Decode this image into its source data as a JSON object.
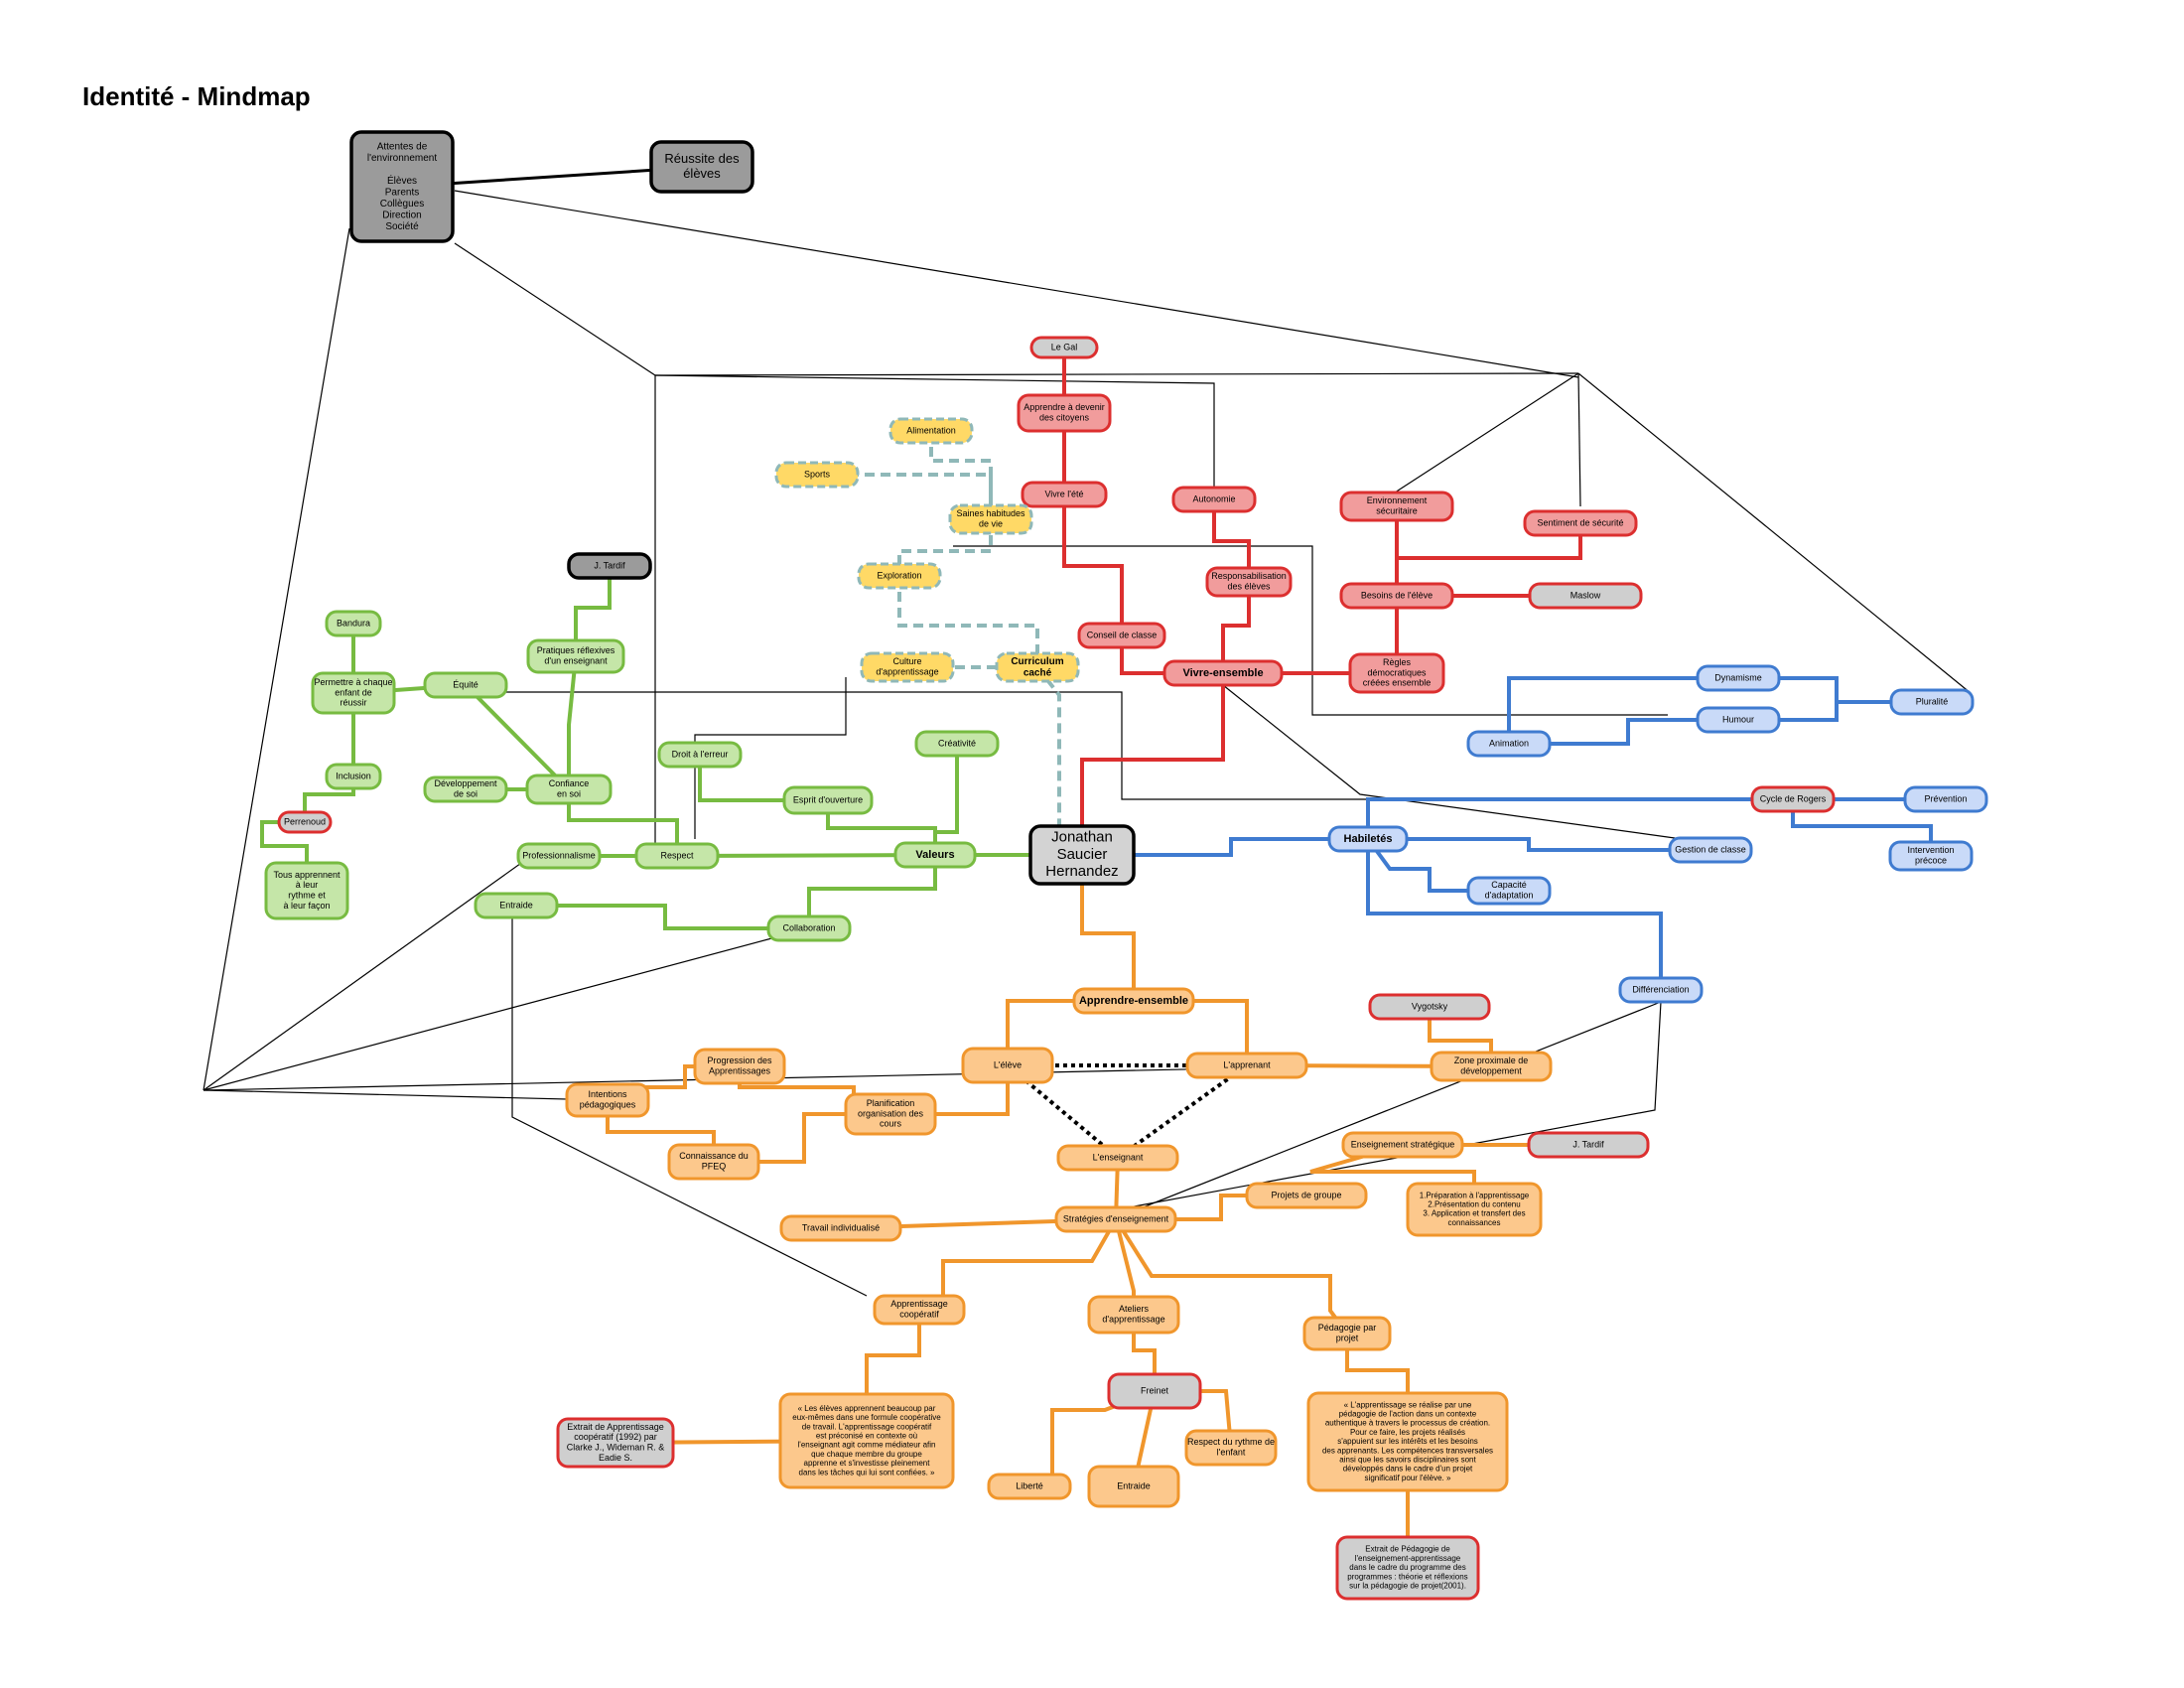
{
  "title": "Identité - Mindmap",
  "colors": {
    "center": {
      "fill": "#d3d3d3",
      "stroke": "#000000"
    },
    "gray": {
      "fill": "#9b9b9b",
      "stroke": "#000000"
    },
    "red": {
      "fill": "#f19c9c",
      "stroke": "#dc2f2f"
    },
    "yellow": {
      "fill": "#ffd966",
      "stroke": "#8fb8b8"
    },
    "green": {
      "fill": "#c5e6a8",
      "stroke": "#77bb41"
    },
    "blue": {
      "fill": "#c9daf8",
      "stroke": "#3f7bd0"
    },
    "orange": {
      "fill": "#fcc88c",
      "stroke": "#f0962c"
    },
    "silver": {
      "fill": "#cfcfcf",
      "stroke": "#dc2f2f"
    }
  },
  "nodes": [
    {
      "id": "center",
      "lines": [
        "Jonathan",
        "Saucier",
        "Hernandez"
      ],
      "color": "center"
    },
    {
      "id": "attentes",
      "lines": [
        "Attentes de",
        "l'environnement",
        "",
        "Élèves",
        "Parents",
        "Collègues",
        "Direction",
        "Société"
      ],
      "color": "gray"
    },
    {
      "id": "reussite",
      "lines": [
        "Réussite des",
        "élèves"
      ],
      "color": "gray"
    },
    {
      "id": "vivre",
      "lines": [
        "Vivre-ensemble"
      ],
      "color": "red",
      "bold": true
    },
    {
      "id": "r-legal",
      "lines": [
        "Le Gal"
      ],
      "color": "silver"
    },
    {
      "id": "r-apprendre",
      "lines": [
        "Apprendre à devenir",
        "des citoyens"
      ],
      "color": "red"
    },
    {
      "id": "r-vivre-ete",
      "lines": [
        "Vivre l'été"
      ],
      "color": "red"
    },
    {
      "id": "r-autonomie",
      "lines": [
        "Autonomie"
      ],
      "color": "red"
    },
    {
      "id": "r-responsab",
      "lines": [
        "Responsabilisation",
        "des élèves"
      ],
      "color": "red"
    },
    {
      "id": "r-conseil",
      "lines": [
        "Conseil de classe"
      ],
      "color": "red"
    },
    {
      "id": "r-environnement",
      "lines": [
        "Environnement",
        "sécuritaire"
      ],
      "color": "red"
    },
    {
      "id": "r-sentiment",
      "lines": [
        "Sentiment de sécurité"
      ],
      "color": "red"
    },
    {
      "id": "r-besoins",
      "lines": [
        "Besoins de l'élève"
      ],
      "color": "red"
    },
    {
      "id": "r-maslow",
      "lines": [
        "Maslow"
      ],
      "color": "silver"
    },
    {
      "id": "r-regles",
      "lines": [
        "Règles",
        "démocratiques",
        "créées ensemble"
      ],
      "color": "red"
    },
    {
      "id": "curriculum",
      "lines": [
        "Curriculum",
        "caché"
      ],
      "color": "yellow",
      "bold": true
    },
    {
      "id": "y-alimentation",
      "lines": [
        "Alimentation"
      ],
      "color": "yellow"
    },
    {
      "id": "y-sports",
      "lines": [
        "Sports"
      ],
      "color": "yellow"
    },
    {
      "id": "y-sante",
      "lines": [
        "Saines habitudes",
        "de vie"
      ],
      "color": "yellow"
    },
    {
      "id": "y-exploration",
      "lines": [
        "Exploration"
      ],
      "color": "yellow"
    },
    {
      "id": "y-culture",
      "lines": [
        "Culture",
        "d'apprentissage"
      ],
      "color": "yellow"
    },
    {
      "id": "valeurs",
      "lines": [
        "Valeurs"
      ],
      "color": "green",
      "bold": true
    },
    {
      "id": "g-tardif",
      "lines": [
        "J. Tardif"
      ],
      "color": "gray"
    },
    {
      "id": "g-pratiques",
      "lines": [
        "Pratiques réflexives",
        "d'un enseignant"
      ],
      "color": "green"
    },
    {
      "id": "g-bandura",
      "lines": [
        "Bandura"
      ],
      "color": "green"
    },
    {
      "id": "g-permettre",
      "lines": [
        "Permettre à chaque",
        "enfant de",
        "réussir"
      ],
      "color": "green"
    },
    {
      "id": "g-equite",
      "lines": [
        "Équité"
      ],
      "color": "green"
    },
    {
      "id": "g-inclusion",
      "lines": [
        "Inclusion"
      ],
      "color": "green"
    },
    {
      "id": "g-perrenoud",
      "lines": [
        "Perrenoud"
      ],
      "color": "silver"
    },
    {
      "id": "g-tous",
      "lines": [
        "Tous apprennent",
        "à leur",
        "rythme et",
        "à leur façon"
      ],
      "color": "green"
    },
    {
      "id": "g-developpement",
      "lines": [
        "Développement",
        "de soi"
      ],
      "color": "green"
    },
    {
      "id": "g-confiance",
      "lines": [
        "Confiance",
        "en soi"
      ],
      "color": "green"
    },
    {
      "id": "g-droit",
      "lines": [
        "Droit à l'erreur"
      ],
      "color": "green"
    },
    {
      "id": "g-esprit",
      "lines": [
        "Esprit d'ouverture"
      ],
      "color": "green"
    },
    {
      "id": "g-creativite",
      "lines": [
        "Créativité"
      ],
      "color": "green"
    },
    {
      "id": "g-professionnalisme",
      "lines": [
        "Professionnalisme"
      ],
      "color": "green"
    },
    {
      "id": "g-respect",
      "lines": [
        "Respect"
      ],
      "color": "green"
    },
    {
      "id": "g-entraide",
      "lines": [
        "Entraide"
      ],
      "color": "green"
    },
    {
      "id": "g-collaboration",
      "lines": [
        "Collaboration"
      ],
      "color": "green"
    },
    {
      "id": "habiletes",
      "lines": [
        "Habiletés"
      ],
      "color": "blue",
      "bold": true
    },
    {
      "id": "b-dynamisme",
      "lines": [
        "Dynamisme"
      ],
      "color": "blue"
    },
    {
      "id": "b-humour",
      "lines": [
        "Humour"
      ],
      "color": "blue"
    },
    {
      "id": "b-animation",
      "lines": [
        "Animation"
      ],
      "color": "blue"
    },
    {
      "id": "b-pluralite",
      "lines": [
        "Pluralité"
      ],
      "color": "blue"
    },
    {
      "id": "b-cycle",
      "lines": [
        "Cycle de Rogers"
      ],
      "color": "silver"
    },
    {
      "id": "b-prevention",
      "lines": [
        "Prévention"
      ],
      "color": "blue"
    },
    {
      "id": "b-gestion",
      "lines": [
        "Gestion de classe"
      ],
      "color": "blue"
    },
    {
      "id": "b-intervention",
      "lines": [
        "Intervention",
        "précoce"
      ],
      "color": "blue"
    },
    {
      "id": "b-capacite",
      "lines": [
        "Capacité",
        "d'adaptation"
      ],
      "color": "blue"
    },
    {
      "id": "b-differenciation",
      "lines": [
        "Différenciation"
      ],
      "color": "blue"
    },
    {
      "id": "apprendre",
      "lines": [
        "Apprendre-ensemble"
      ],
      "color": "orange",
      "bold": true
    },
    {
      "id": "o-lenseignant",
      "lines": [
        "L'élève"
      ],
      "color": "orange"
    },
    {
      "id": "o-lapprenant",
      "lines": [
        "L'apprenant"
      ],
      "color": "orange"
    },
    {
      "id": "o-lenseignant2",
      "lines": [
        "L'enseignant"
      ],
      "color": "orange"
    },
    {
      "id": "o-vygotsky",
      "lines": [
        "Vygotsky"
      ],
      "color": "silver"
    },
    {
      "id": "o-zone",
      "lines": [
        "Zone proximale de",
        "développement"
      ],
      "color": "orange"
    },
    {
      "id": "o-progression",
      "lines": [
        "Progression des",
        "Apprentissages"
      ],
      "color": "orange"
    },
    {
      "id": "o-planification",
      "lines": [
        "Planification",
        "organisation des",
        "cours"
      ],
      "color": "orange"
    },
    {
      "id": "o-intentions",
      "lines": [
        "Intentions",
        "pédagogiques"
      ],
      "color": "orange"
    },
    {
      "id": "o-connaissance",
      "lines": [
        "Connaissance du",
        "PFEQ"
      ],
      "color": "orange"
    },
    {
      "id": "o-enseignement-strat",
      "lines": [
        "Enseignement stratégique"
      ],
      "color": "orange"
    },
    {
      "id": "o-tardif2",
      "lines": [
        "J. Tardif"
      ],
      "color": "silver"
    },
    {
      "id": "o-phases",
      "lines": [
        "1.Préparation à l'apprentissage",
        "2.Présentation du contenu",
        "3. Application et transfert des",
        "connaissances"
      ],
      "color": "orange"
    },
    {
      "id": "o-strategies",
      "lines": [
        "Stratégies d'enseignement"
      ],
      "color": "orange"
    },
    {
      "id": "o-travail",
      "lines": [
        "Travail individualisé"
      ],
      "color": "orange"
    },
    {
      "id": "o-projets",
      "lines": [
        "Projets de groupe"
      ],
      "color": "orange"
    },
    {
      "id": "o-apprentissage-coop",
      "lines": [
        "Apprentissage",
        "coopératif"
      ],
      "color": "orange"
    },
    {
      "id": "o-ateliers",
      "lines": [
        "Ateliers",
        "d'apprentissage"
      ],
      "color": "orange"
    },
    {
      "id": "o-pedagogie",
      "lines": [
        "Pédagogie par",
        "projet"
      ],
      "color": "orange"
    },
    {
      "id": "o-coop-text",
      "lines": [
        "« Les élèves apprennent beaucoup par",
        "eux-mêmes dans une formule coopérative",
        "de travail. L'apprentissage coopératif",
        "est préconisé en contexte où",
        "l'enseignant agit comme médiateur afin",
        "que chaque membre du groupe",
        "apprenne et s'investisse pleinement",
        "dans les tâches qui lui sont confiées. »"
      ],
      "color": "orange"
    },
    {
      "id": "o-extrait1",
      "lines": [
        "Extrait de Apprentissage",
        "coopératif (1992) par",
        "Clarke J., Wideman R. &",
        "Eadie S."
      ],
      "color": "silver"
    },
    {
      "id": "o-freinet",
      "lines": [
        "Freinet"
      ],
      "color": "silver"
    },
    {
      "id": "o-liberte",
      "lines": [
        "Liberté"
      ],
      "color": "orange"
    },
    {
      "id": "o-entraide2",
      "lines": [
        "Entraide"
      ],
      "color": "orange"
    },
    {
      "id": "o-respect-rythme",
      "lines": [
        "Respect du rythme de",
        "l'enfant"
      ],
      "color": "orange"
    },
    {
      "id": "o-projet-text",
      "lines": [
        "« L'apprentissage se réalise par une",
        "pédagogie de l'action dans un contexte",
        "authentique à travers le processus de création.",
        "Pour ce faire, les projets réalisés",
        "s'appuient sur les intérêts et les besoins",
        "des apprenants. Les compétences transversales",
        "ainsi que les savoirs disciplinaires sont",
        "développés dans le cadre d'un projet",
        "significatif pour l'élève. »"
      ],
      "color": "orange"
    },
    {
      "id": "o-extrait2",
      "lines": [
        "Extrait de Pédagogie de",
        "l'enseignement-apprentissage",
        "dans le cadre du programme des",
        "programmes : théorie et réflexions",
        "sur la pédagogie de projet(2001)."
      ],
      "color": "silver"
    }
  ]
}
